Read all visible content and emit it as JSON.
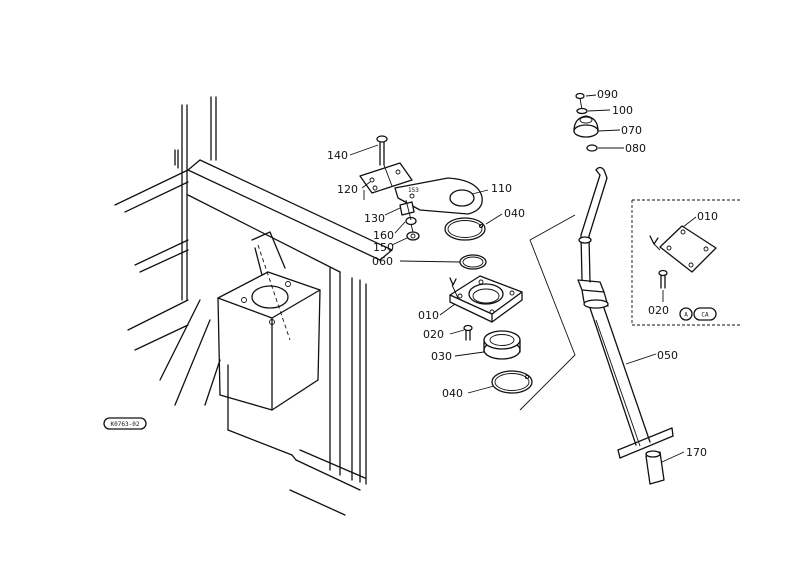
{
  "diagram_code": "K0763-02",
  "detail_marks": [
    "A",
    "CA"
  ],
  "parts": [
    {
      "id": "140",
      "label": "140"
    },
    {
      "id": "120",
      "label": "120"
    },
    {
      "id": "130",
      "label": "130"
    },
    {
      "id": "160",
      "label": "160"
    },
    {
      "id": "150",
      "label": "150"
    },
    {
      "id": "110",
      "label": "110"
    },
    {
      "id": "040a",
      "label": "040"
    },
    {
      "id": "060",
      "label": "060"
    },
    {
      "id": "010",
      "label": "010"
    },
    {
      "id": "020",
      "label": "020"
    },
    {
      "id": "030",
      "label": "030"
    },
    {
      "id": "040b",
      "label": "040"
    },
    {
      "id": "090",
      "label": "090"
    },
    {
      "id": "100",
      "label": "100"
    },
    {
      "id": "070",
      "label": "070"
    },
    {
      "id": "080",
      "label": "080"
    },
    {
      "id": "050",
      "label": "050"
    },
    {
      "id": "170",
      "label": "170"
    },
    {
      "id": "010b",
      "label": "010"
    },
    {
      "id": "020b",
      "label": "020"
    }
  ]
}
